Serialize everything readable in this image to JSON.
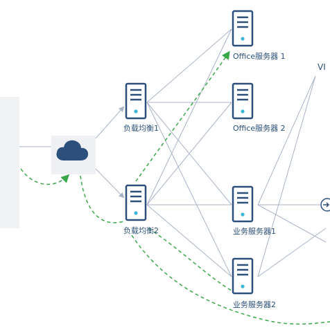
{
  "nodes": {
    "office1": "Office服务器 1",
    "office2": "Office服务器 2",
    "lb1": "负载均衡1",
    "lb2": "负载均衡2",
    "biz1": "业务服务器1",
    "biz2": "业务服务器2",
    "vip": "VI"
  },
  "colors": {
    "server_stroke": "#2c4f7c",
    "dot": "#3bb5d8",
    "line": "#a9b3c7",
    "arrow_green": "#3aa84a",
    "cloud": "#2c4f7c"
  },
  "icons": {
    "cloud": "cloud-icon",
    "server": "server-icon",
    "arrow": "arrow-circle-icon"
  }
}
